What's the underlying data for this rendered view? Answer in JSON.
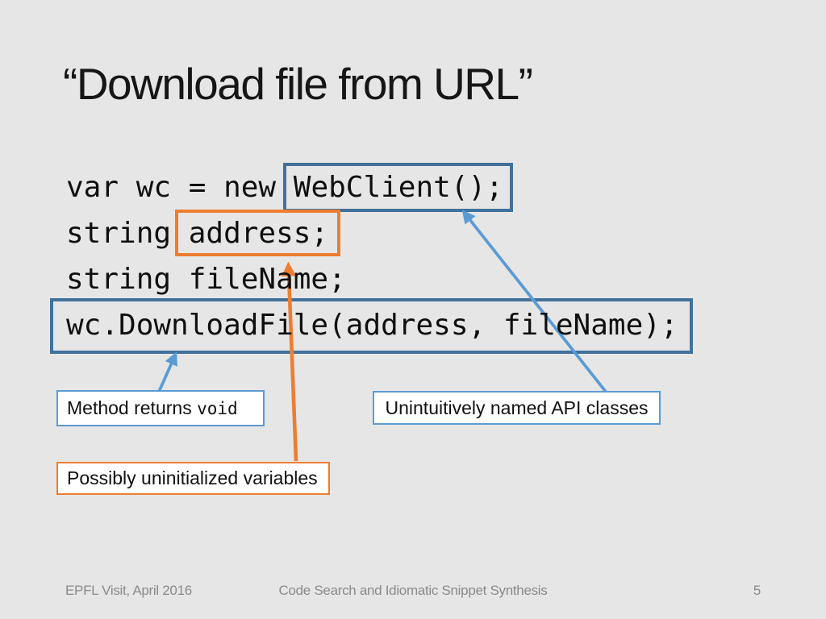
{
  "slide": {
    "title": "“Download file from URL”"
  },
  "code": {
    "line1": {
      "prefix": "var wc = new ",
      "boxed": "WebClient();"
    },
    "line2": {
      "prefix": "string ",
      "boxed": "address;"
    },
    "line3": {
      "text": "string fileName;"
    },
    "line4": {
      "text": "wc.DownloadFile(address, fileName);"
    }
  },
  "annotations": {
    "method_returns": {
      "text": "Method returns ",
      "code_text": "void"
    },
    "unintuitive": {
      "text": "Unintuitively named API classes"
    },
    "uninitialized": {
      "text": "Possibly uninitialized variables"
    }
  },
  "colors": {
    "background": "#e7e6e6",
    "dark_blue_box": "#41719c",
    "light_blue_accent": "#5b9bd5",
    "orange_accent": "#ed7d31"
  },
  "footer": {
    "left": "EPFL Visit, April 2016",
    "center": "Code Search and Idiomatic Snippet Synthesis",
    "page_number": "5"
  }
}
